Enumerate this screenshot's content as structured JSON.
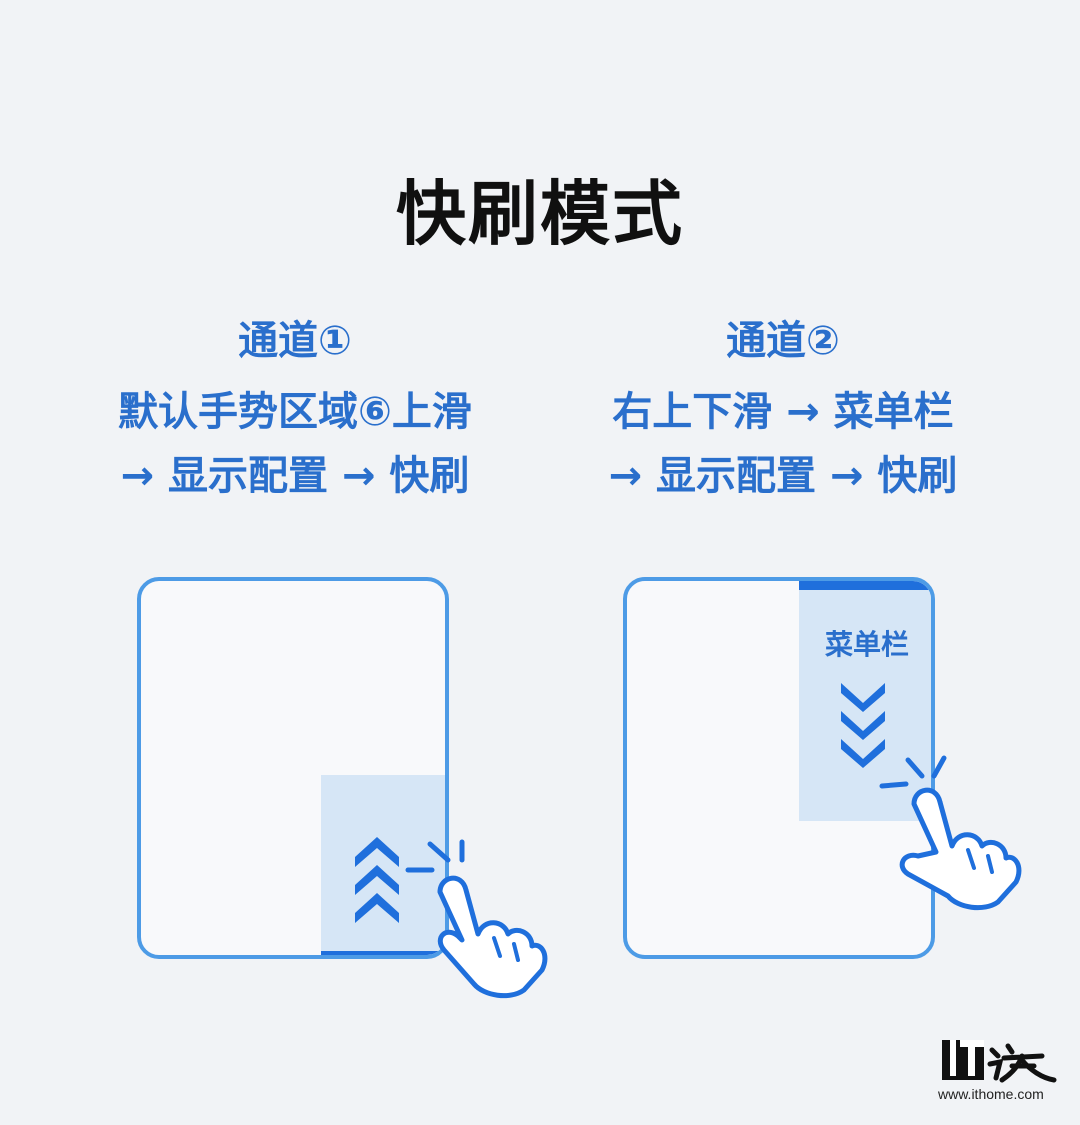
{
  "title": "快刷模式",
  "channel1": {
    "name": "通道①",
    "line1": "默认手势区域⑥上滑",
    "line2": "→ 显示配置 → 快刷"
  },
  "channel2": {
    "name": "通道②",
    "line1": "右上下滑 → 菜单栏",
    "line2": "→ 显示配置 → 快刷"
  },
  "frame2": {
    "zone_label": "菜单栏"
  },
  "icons": {
    "frame1_chevrons": "chevron-up-triple-icon",
    "frame2_chevrons": "chevron-down-triple-icon",
    "hand": "tapping-hand-icon"
  },
  "watermark": {
    "logo": "IT之家",
    "url": "www.ithome.com"
  },
  "colors": {
    "accent_blue": "#2a6fcc",
    "bright_blue": "#1f6fdc",
    "zone_fill": "#d6e6f6",
    "frame_border": "#4d9be6",
    "background": "#f1f3f6"
  }
}
